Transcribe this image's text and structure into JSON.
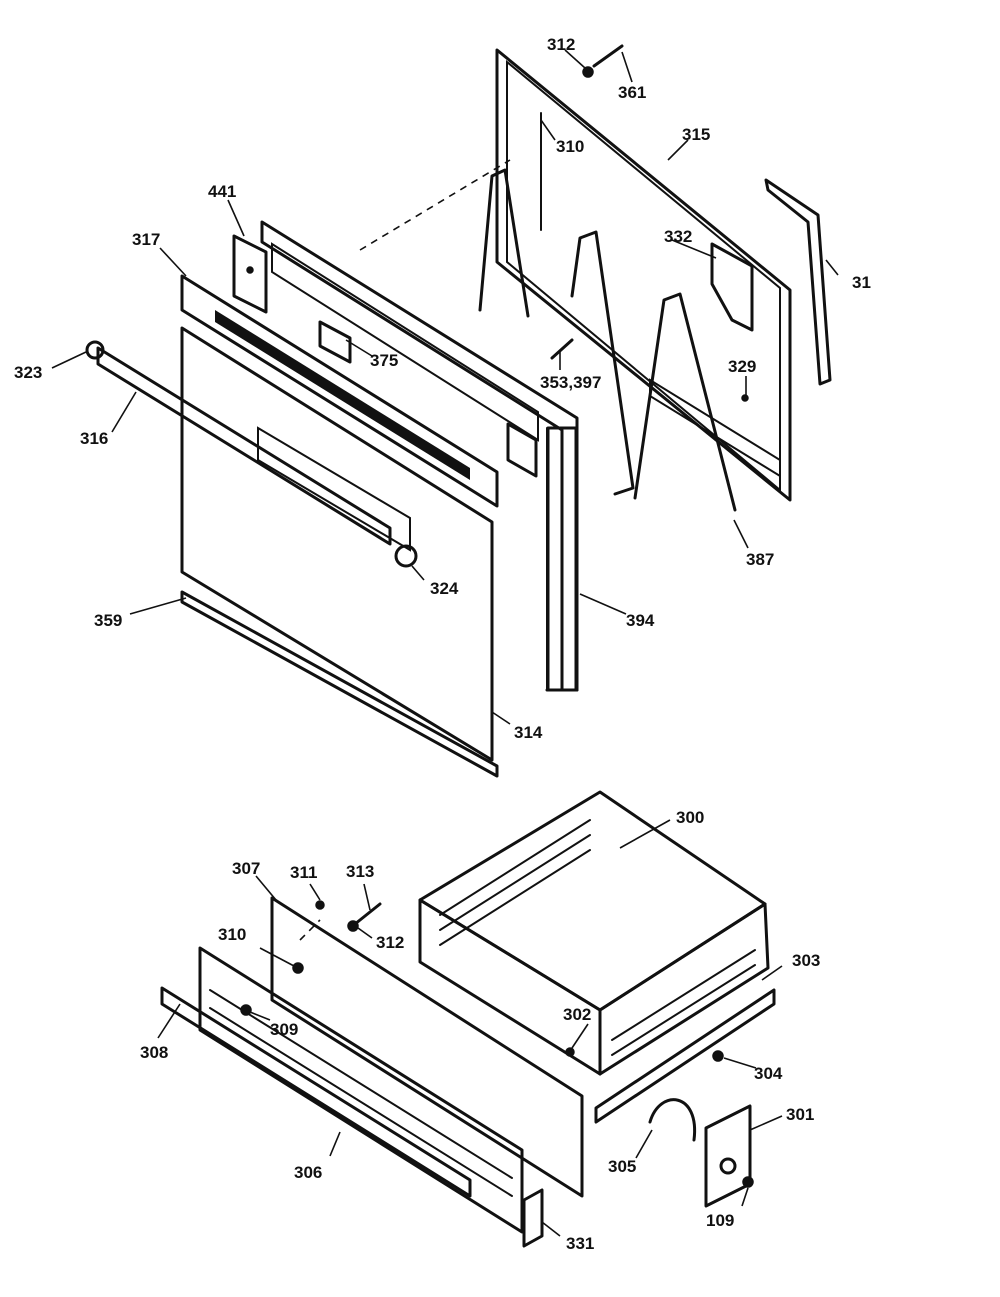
{
  "diagram": {
    "callouts": [
      {
        "id": "c312a",
        "text": "312"
      },
      {
        "id": "c361",
        "text": "361"
      },
      {
        "id": "c310a",
        "text": "310"
      },
      {
        "id": "c315",
        "text": "315"
      },
      {
        "id": "c31",
        "text": "31"
      },
      {
        "id": "c441",
        "text": "441"
      },
      {
        "id": "c317",
        "text": "317"
      },
      {
        "id": "c332",
        "text": "332"
      },
      {
        "id": "c323",
        "text": "323"
      },
      {
        "id": "c375",
        "text": "375"
      },
      {
        "id": "c353",
        "text": "353,397"
      },
      {
        "id": "c329",
        "text": "329"
      },
      {
        "id": "c316",
        "text": "316"
      },
      {
        "id": "c387",
        "text": "387"
      },
      {
        "id": "c324",
        "text": "324"
      },
      {
        "id": "c359",
        "text": "359"
      },
      {
        "id": "c394",
        "text": "394"
      },
      {
        "id": "c314",
        "text": "314"
      },
      {
        "id": "c300",
        "text": "300"
      },
      {
        "id": "c307",
        "text": "307"
      },
      {
        "id": "c311",
        "text": "311"
      },
      {
        "id": "c313",
        "text": "313"
      },
      {
        "id": "c312b",
        "text": "312"
      },
      {
        "id": "c310b",
        "text": "310"
      },
      {
        "id": "c303",
        "text": "303"
      },
      {
        "id": "c302",
        "text": "302"
      },
      {
        "id": "c309",
        "text": "309"
      },
      {
        "id": "c308",
        "text": "308"
      },
      {
        "id": "c304",
        "text": "304"
      },
      {
        "id": "c301",
        "text": "301"
      },
      {
        "id": "c305",
        "text": "305"
      },
      {
        "id": "c306",
        "text": "306"
      },
      {
        "id": "c109",
        "text": "109"
      },
      {
        "id": "c331",
        "text": "331"
      }
    ]
  }
}
